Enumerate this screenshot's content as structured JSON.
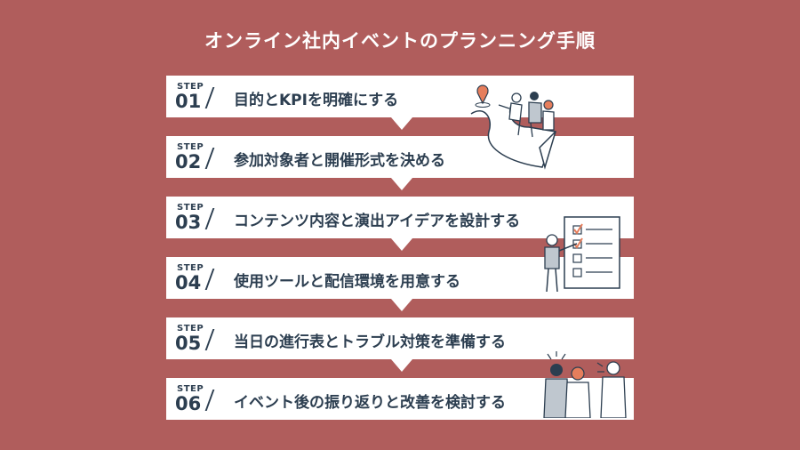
{
  "title": "オンライン社内イベントのプランニング手順",
  "step_label": "STEP",
  "steps": [
    {
      "number": "01",
      "text": "目的とKPIを明確にする"
    },
    {
      "number": "02",
      "text": "参加対象者と開催形式を決める"
    },
    {
      "number": "03",
      "text": "コンテンツ内容と演出アイデアを設計する"
    },
    {
      "number": "04",
      "text": "使用ツールと配信環境を用意する"
    },
    {
      "number": "05",
      "text": "当日の進行表とトラブル対策を準備する"
    },
    {
      "number": "06",
      "text": "イベント後の振り返りと改善を検討する"
    }
  ],
  "colors": {
    "background": "#b05d5c",
    "card": "#ffffff",
    "text": "#2c3e50",
    "accent": "#e67e5c"
  }
}
